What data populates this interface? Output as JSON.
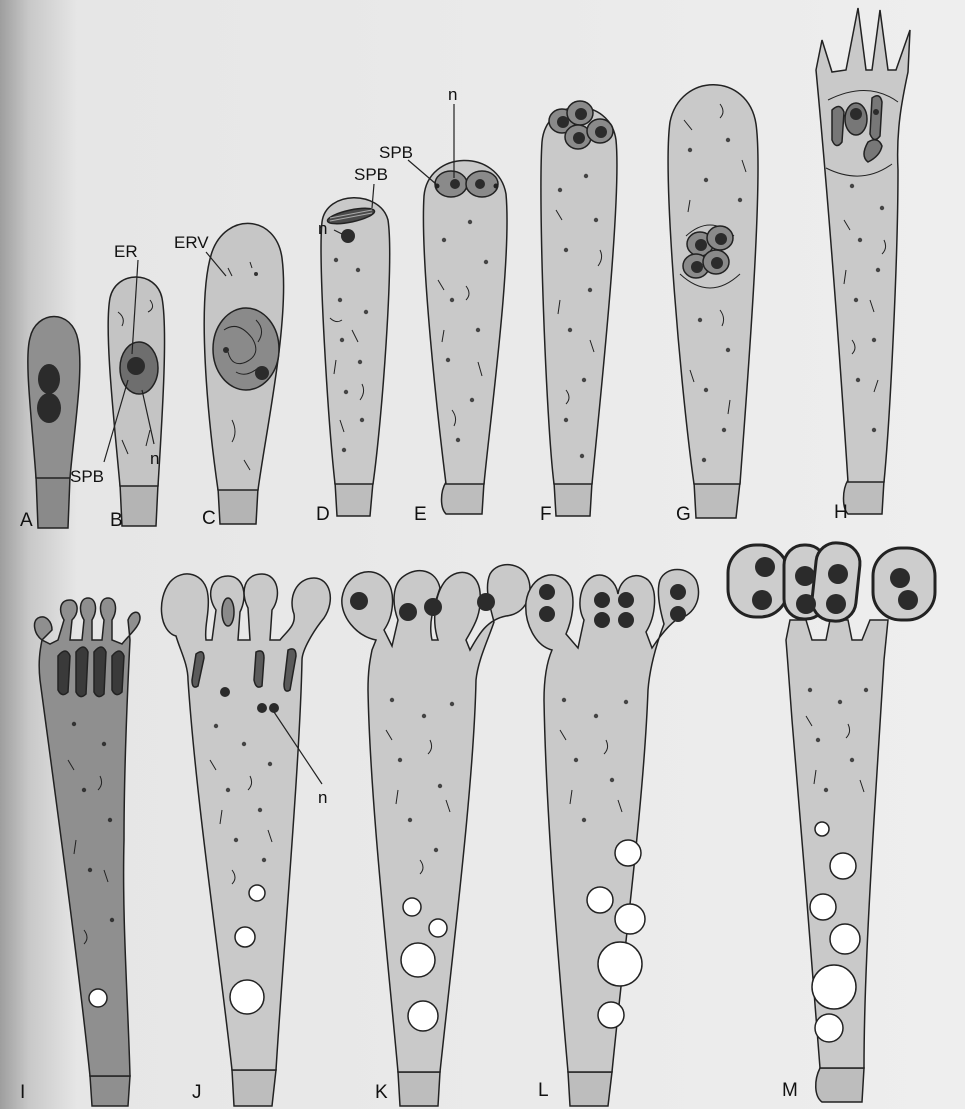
{
  "figure": {
    "panel_letters": [
      "A",
      "B",
      "C",
      "D",
      "E",
      "F",
      "G",
      "H",
      "I",
      "J",
      "K",
      "L",
      "M"
    ],
    "annotations": {
      "er": "ER",
      "erv": "ERV",
      "spb": "SPB",
      "n": "n"
    },
    "colors": {
      "background": "#ebebeb",
      "cell_fill": "#c9c9c9",
      "dark_cell_fill": "#8f8f8f",
      "nucleus": "#2b2b2b",
      "nuclear_envelope": "#7d7d7d",
      "vacuole": "#ffffff",
      "outline": "#222222"
    }
  }
}
